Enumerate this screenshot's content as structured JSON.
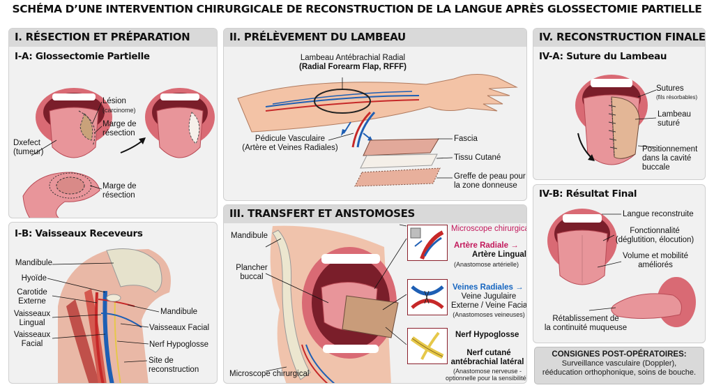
{
  "title": "SCHÉMA D’UNE INTERVENTION CHIRURGICALE DE RECONSTRUCTION DE LA LANGUE APRÈS GLOSSECTOMIE PARTIELLE",
  "panel1": {
    "heading": "I. RÉSECTION ET PRÉPARATION",
    "sub_a": "I-A: Glossectomie Partielle",
    "lesion": "Lésion",
    "carcinome": "(carcinome)",
    "marge1": "Marge de",
    "marge1b": "résection",
    "dxefect": "Dxefect",
    "tumeur": "(tumeur)",
    "marge2": "Marge de",
    "marge2b": "résection",
    "sub_b": "I-B: Vaisseaux Receveurs",
    "mandibule_l": "Mandibule",
    "hyoide": "Hyoïde",
    "carotide": "Carotide",
    "externe": "Externe",
    "vaisseaux_lingual_1": "Vaisseaux",
    "vaisseaux_lingual_2": "Lingual",
    "vaisseaux_facial_1": "Vaisseaux",
    "vaisseaux_facial_2": "Facial",
    "mandibule_r": "Mandibule",
    "vaisseaux_facial_r": "Vaisseaux Facial",
    "nerf_hypoglosse": "Nerf Hypoglosse",
    "site_1": "Site de",
    "site_2": "reconstruction"
  },
  "panel2": {
    "heading": "II. PRÉLÈVEMENT DU LAMBEAU",
    "flap_1": "Lambeau Antébrachial Radial",
    "flap_2": "(Radial Forearm Flap, RFFF)",
    "pedicule_1": "Pédicule Vasculaire",
    "pedicule_2": "(Artère et Veines Radiales)",
    "fascia": "Fascia",
    "tissu": "Tissu Cutané",
    "greffe_1": "Greffe de peau pour",
    "greffe_2": "la zone donneuse"
  },
  "panel3": {
    "heading": "III. TRANSFERT ET ANSTOMOSES",
    "mandibule": "Mandibule",
    "plancher_1": "Plancher",
    "plancher_2": "buccal",
    "microscope_bottom": "Microscope chirurgical",
    "microscope_top": "Microscope chirurgical",
    "artere_radiale": "Artère Radiale",
    "artere_linguale": "Artère Linguale",
    "anast_art": "(Anastomose artérielle)",
    "veines_radiales": "Veines Radiales",
    "veine_jug_1": "Veine Jugulaire",
    "veine_jug_2": "Externe / Veine Faciale",
    "anast_vein": "(Anastomoses veineuses)",
    "nerf_hyp": "Nerf Hypoglosse",
    "nerf_cut_1": "Nerf cutané",
    "nerf_cut_2": "antébrachial latéral",
    "anast_nerv_1": "(Anastomose nerveuse -",
    "anast_nerv_2": "optionnelle pour la sensibilité)"
  },
  "panel4": {
    "heading": "IV. RECONSTRUCTION FINALE",
    "sub_a": "IV-A: Suture du Lambeau",
    "sutures": "Sutures",
    "fils": "(fils résorbables)",
    "lambeau_1": "Lambeau",
    "lambeau_2": "suturé",
    "pos_1": "Positionnement",
    "pos_2": "dans la cavité",
    "pos_3": "buccale",
    "sub_b": "IV-B: Résultat Final",
    "langue": "Langue reconstruite",
    "fonc_1": "Fonctionnalité",
    "fonc_2": "(déglutition, élocution)",
    "vol_1": "Volume et mobilité",
    "vol_2": "améliorés",
    "retab_1": "Rétablissement de",
    "retab_2": "la continuité muqueuse"
  },
  "consignes": {
    "title": "CONSIGNES POST-OPÉRATOIRES:",
    "line1": "Surveillance vasculaire (Doppler),",
    "line2": "rééducation orthophonique, soins de bouche."
  },
  "arrows": {
    "arrow": "→"
  },
  "colors": {
    "panel_bg": "#f1f1f1",
    "header_bg": "#d9d9d9",
    "tongue": "#e8959a",
    "lip": "#d96a74",
    "artery": "#c62828",
    "vein": "#1e5fb4",
    "nerve": "#e6c84a",
    "accent_pink": "#c2185b",
    "accent_blue": "#1565c0"
  }
}
